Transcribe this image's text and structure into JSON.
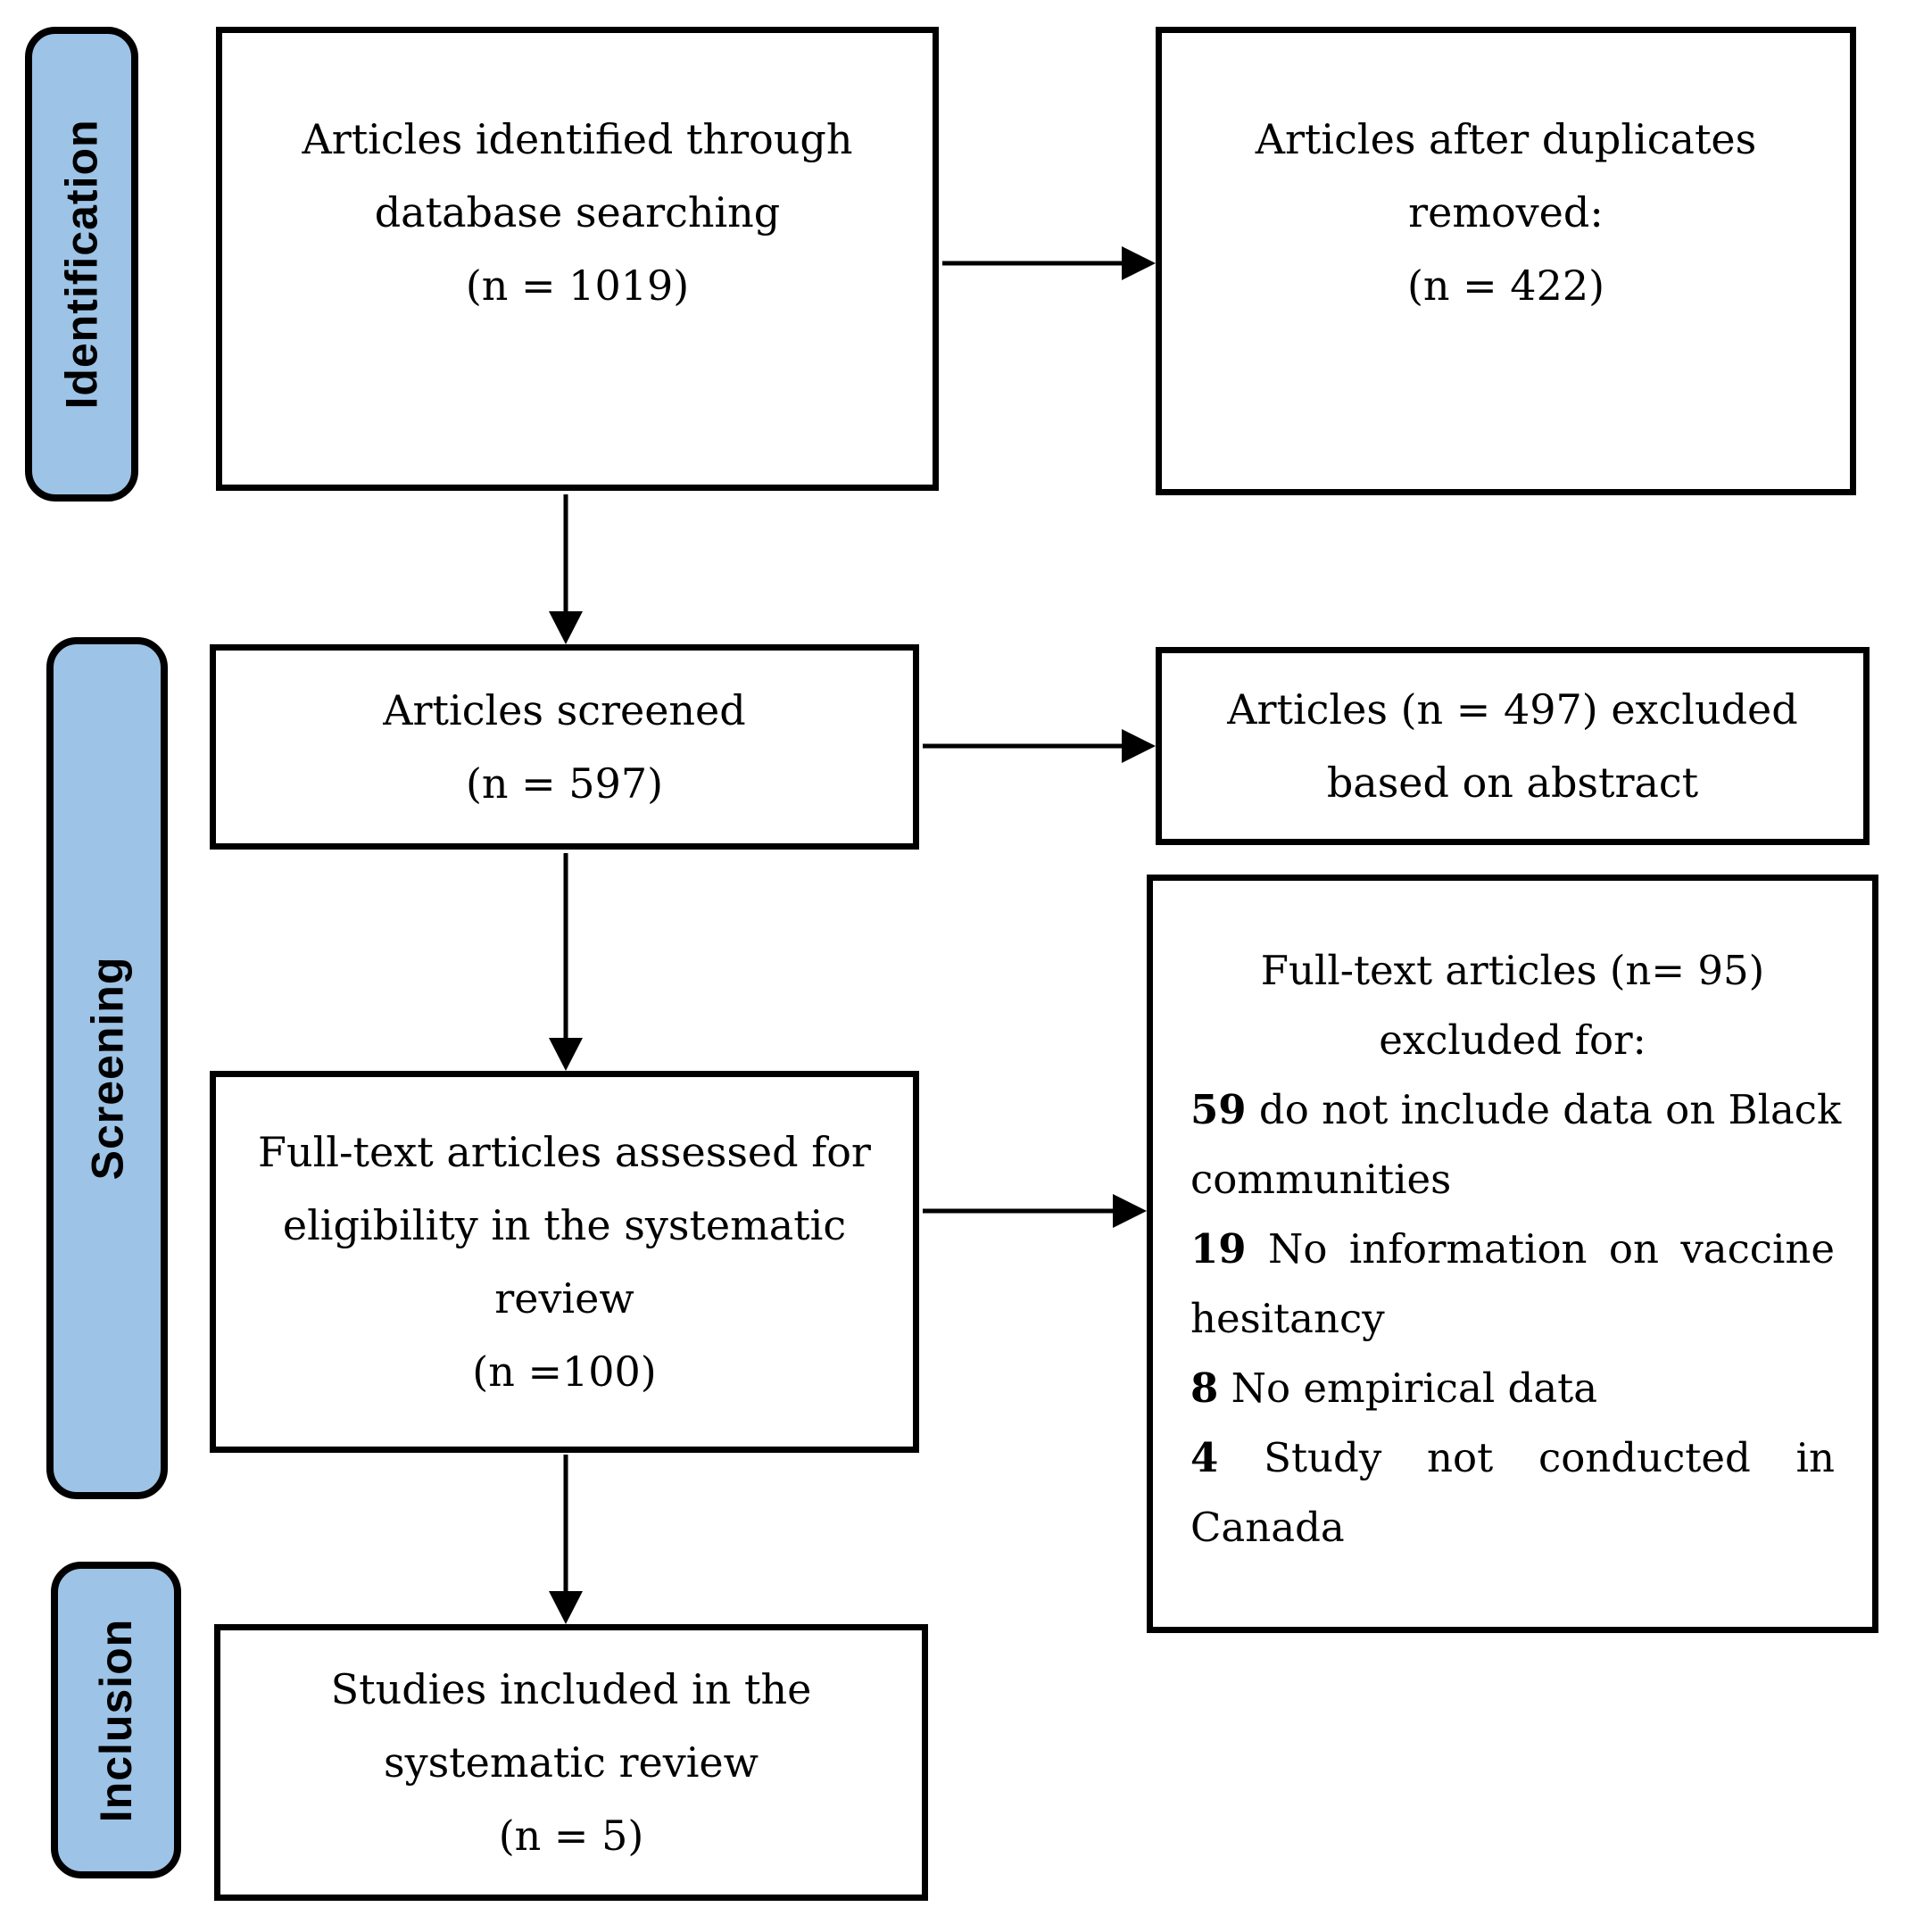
{
  "stages": {
    "identification": "Identification",
    "screening": "Screening",
    "inclusion": "Inclusion"
  },
  "boxes": {
    "identified": {
      "lines": [
        "Articles identified through",
        "database searching",
        "(n = 1019)"
      ]
    },
    "duplicates_removed": {
      "lines": [
        "Articles after duplicates",
        "removed:",
        "(n = 422)"
      ]
    },
    "screened": {
      "lines": [
        "Articles screened",
        "(n = 597)"
      ]
    },
    "excluded_abstract": {
      "lines": [
        "Articles (n = 497) excluded",
        "based on abstract"
      ]
    },
    "fulltext_assessed": {
      "lines": [
        "Full-text articles assessed for",
        "eligibility in the systematic",
        "review",
        "(n =100)"
      ]
    },
    "fulltext_excluded": {
      "title_lines": [
        "Full-text articles (n= 95)",
        "excluded for:"
      ],
      "reasons": [
        {
          "count": "59",
          "line1": " do not include data on Black",
          "line2": "communities"
        },
        {
          "count": "19",
          "line1": " No information on vaccine",
          "line2": "hesitancy"
        },
        {
          "count": "8",
          "line1": " No empirical data",
          "line2": ""
        },
        {
          "count": "4",
          "line1": " Study not conducted in",
          "line2": "Canada"
        }
      ]
    },
    "included": {
      "lines": [
        "Studies included in the",
        "systematic review",
        "(n = 5)"
      ]
    }
  },
  "colors": {
    "stage_fill": "#9DC3E6",
    "border": "#000000",
    "background": "#FFFFFF"
  }
}
